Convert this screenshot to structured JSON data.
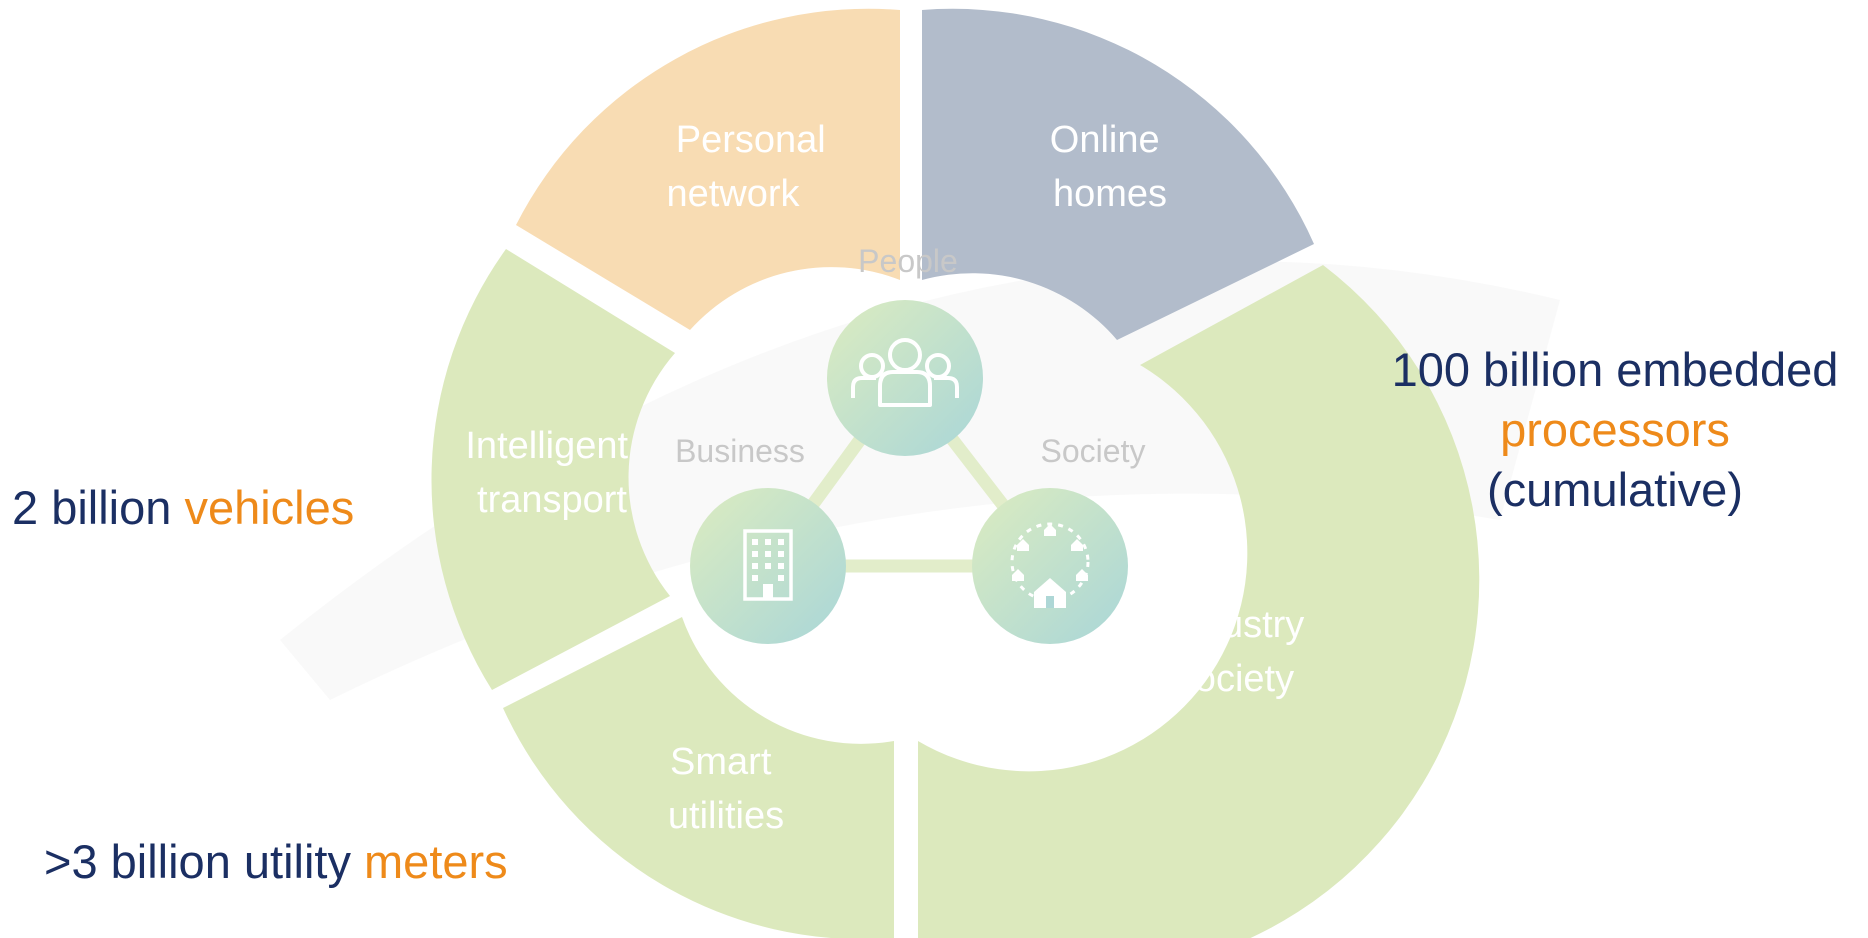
{
  "segments": {
    "personal_network": [
      "Personal",
      "network"
    ],
    "online_homes": [
      "Online",
      "homes"
    ],
    "intelligent_transport": [
      "Intelligent",
      "transport"
    ],
    "smart_utilities": [
      "Smart",
      "utilities"
    ],
    "industry_society": [
      "Industry",
      "& society"
    ]
  },
  "hub": {
    "people": "People",
    "business": "Business",
    "society": "Society"
  },
  "callouts": {
    "right": {
      "line1": "100 billion embedded",
      "line2": "processors",
      "line3": "(cumulative)"
    },
    "vehicles": {
      "text": "2 billion ",
      "highlight": "vehicles"
    },
    "meters": {
      "text": ">3 billion utility ",
      "highlight": "meters"
    }
  },
  "colors": {
    "peach": "#f8dcb3",
    "slate": "#b2bccb",
    "green": "#dce9bd",
    "hub_line": "#e2edca",
    "highlight": "#ee8a1a",
    "navy": "#1b2f63"
  },
  "icons": {
    "people": "people-group-icon",
    "business": "office-building-icon",
    "society": "community-houses-icon"
  }
}
